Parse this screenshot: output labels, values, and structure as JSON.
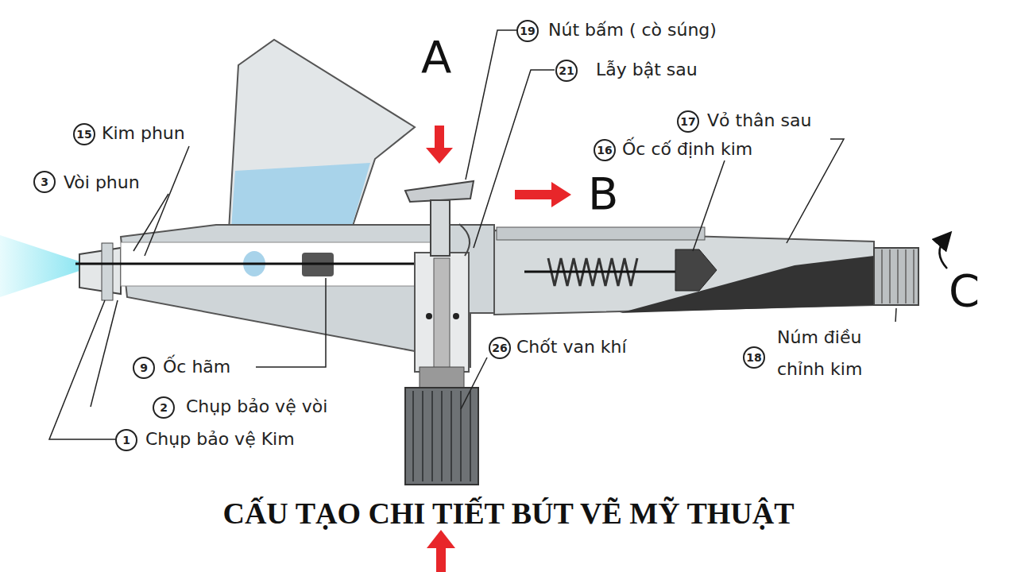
{
  "diagram": {
    "title": "CẤU TẠO CHI TIẾT BÚT VẼ MỸ THUẬT",
    "labels": [
      "A",
      "B",
      "C",
      "19",
      "Nút bấm ( cò súng)",
      "21",
      "Lẫy bật sau",
      "15",
      "Kim phun",
      "17",
      "Vỏ thân sau",
      "16",
      "Ốc cố định kim",
      "3",
      "Vòi phun",
      "26",
      "Chốt van khí",
      "9",
      "Ốc hãm",
      "18",
      "Núm điều chỉnh kim",
      "2",
      "Chụp bảo vệ vòi",
      "1",
      "Chụp bảo vệ Kim"
    ]
  }
}
